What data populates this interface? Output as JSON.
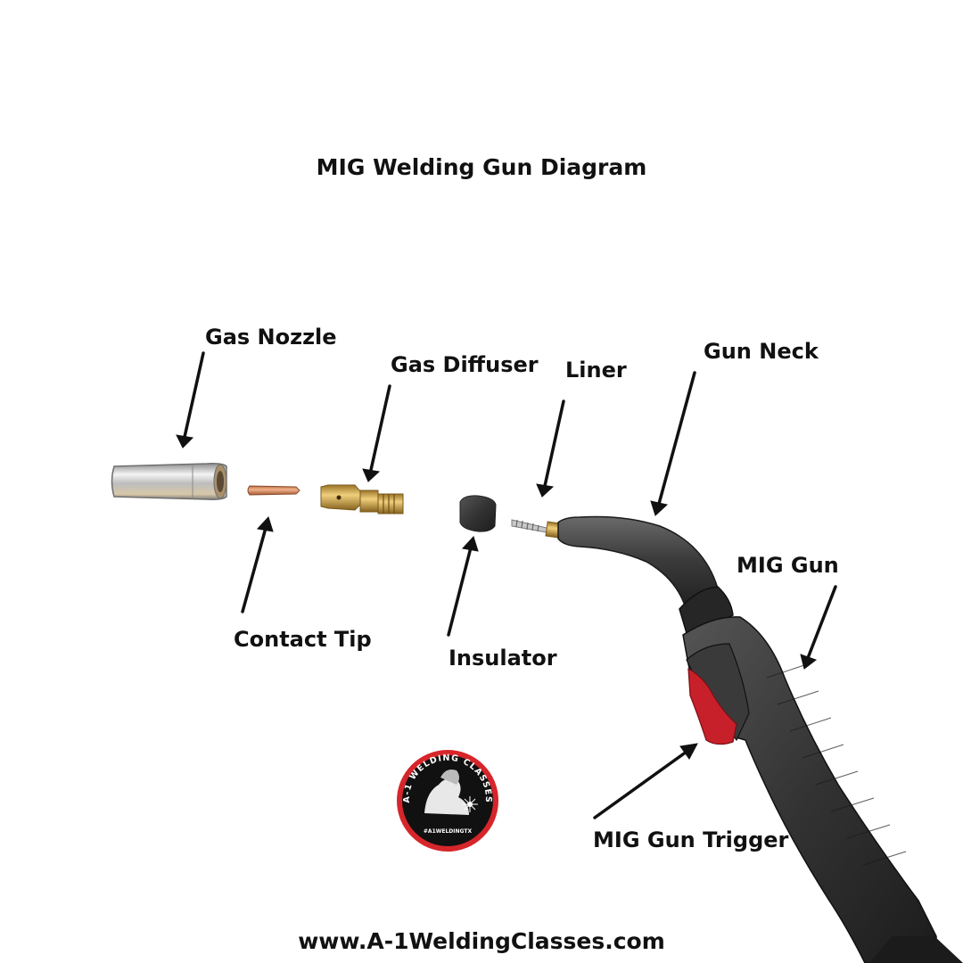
{
  "title": "MIG Welding Gun Diagram",
  "website": "www.A-1WeldingClasses.com",
  "labels": {
    "gas_nozzle": "Gas Nozzle",
    "gas_diffuser": "Gas Diffuser",
    "liner": "Liner",
    "gun_neck": "Gun Neck",
    "mig_gun": "MIG Gun",
    "contact_tip": "Contact Tip",
    "insulator": "Insulator",
    "mig_gun_trigger": "MIG Gun Trigger"
  },
  "logo": {
    "ring_text": "A-1 WELDING CLASSES",
    "tag": "#A1WELDINGTX",
    "ring_color": "#d6262b"
  },
  "colors": {
    "arrow": "#111111",
    "trigger": "#c8202a",
    "gun_body": "#2f2f2f",
    "brass": "#c9a14a",
    "copper": "#d88a5a",
    "chrome": "#c9c9c9"
  }
}
